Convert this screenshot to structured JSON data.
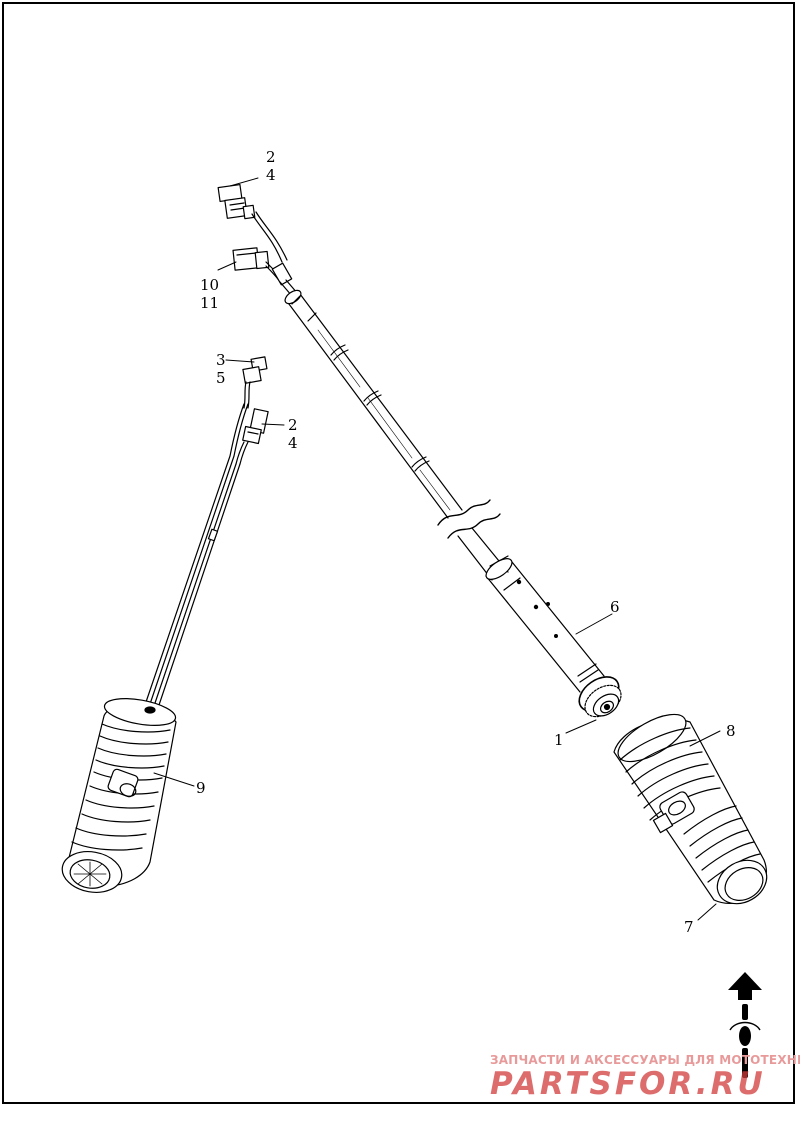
{
  "callouts": {
    "c1": "1",
    "c2a": "2",
    "c4a": "4",
    "c2b": "2",
    "c4b": "4",
    "c3": "3",
    "c5": "5",
    "c6": "6",
    "c7": "7",
    "c8": "8",
    "c9": "9",
    "c10": "10",
    "c11": "11"
  },
  "watermark": {
    "tagline": "ЗАПЧАСТИ И АКСЕССУАРЫ ДЛЯ МОТОТЕХНИКИ",
    "brand": "PARTSFOR.RU",
    "color": "#d23c3c"
  },
  "front_indicator_icon": "motorcycle-front-arrow-icon",
  "line_color": "#000000"
}
